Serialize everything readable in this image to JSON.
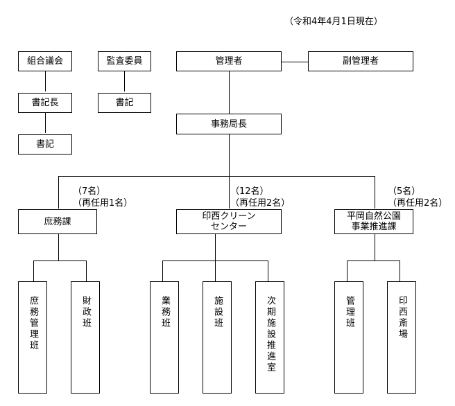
{
  "date_note": "（令和4年4月1日現在）",
  "top_left": {
    "council": "組合議会",
    "chief_clerk": "書記長",
    "clerk": "書記"
  },
  "auditor": {
    "title": "監査委員",
    "clerk": "書記"
  },
  "management": {
    "manager": "管理者",
    "vice_manager": "副管理者",
    "secretary_general": "事務局長"
  },
  "departments": [
    {
      "name_lines": [
        "庶務課"
      ],
      "staff": "（7名）",
      "reappointed": "（再任用1名）",
      "units": [
        "庶務管理班",
        "財政班"
      ]
    },
    {
      "name_lines": [
        "印西クリーン",
        "センター"
      ],
      "staff": "（12名）",
      "reappointed": "（再任用2名）",
      "units": [
        "業務班",
        "施設班",
        "次期施設推進室"
      ]
    },
    {
      "name_lines": [
        "平岡自然公園",
        "事業推進課"
      ],
      "staff": "（5名）",
      "reappointed": "（再任用2名）",
      "units": [
        "管理班",
        "印西斎場"
      ]
    }
  ]
}
